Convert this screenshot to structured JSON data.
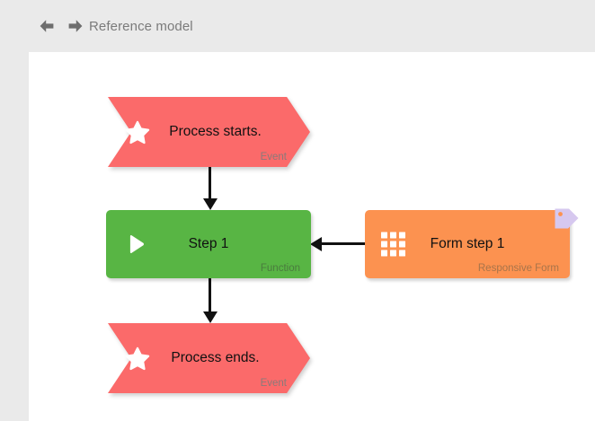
{
  "header": {
    "back_icon": "arrow-left-icon",
    "forward_icon": "arrow-right-icon",
    "breadcrumb": "Reference model"
  },
  "colors": {
    "page_background": "#eaeaea",
    "canvas_background": "#ffffff",
    "event_node": "#fb6a6a",
    "function_node": "#58b544",
    "form_node": "#fc9250",
    "corner_tag": "#d6c8ef",
    "connector": "#111111",
    "breadcrumb_text": "#7b7b7b"
  },
  "diagram": {
    "type": "flowchart",
    "nodes": [
      {
        "id": "process-starts",
        "label": "Process starts.",
        "type_tag": "Event",
        "shape": "hexagon",
        "color": "#fb6a6a",
        "icon": "star-icon"
      },
      {
        "id": "step-1",
        "label": "Step 1",
        "type_tag": "Function",
        "shape": "rounded-rect",
        "color": "#58b544",
        "icon": "play-icon"
      },
      {
        "id": "form-step-1",
        "label": "Form step 1",
        "type_tag": "Responsive Form",
        "shape": "rounded-rect",
        "color": "#fc9250",
        "icon": "grid-icon",
        "badge": "tag-icon"
      },
      {
        "id": "process-ends",
        "label": "Process ends.",
        "type_tag": "Event",
        "shape": "hexagon",
        "color": "#fb6a6a",
        "icon": "star-icon"
      }
    ],
    "edges": [
      {
        "from": "process-starts",
        "to": "step-1",
        "direction": "down"
      },
      {
        "from": "form-step-1",
        "to": "step-1",
        "direction": "left"
      },
      {
        "from": "step-1",
        "to": "process-ends",
        "direction": "down"
      }
    ]
  }
}
